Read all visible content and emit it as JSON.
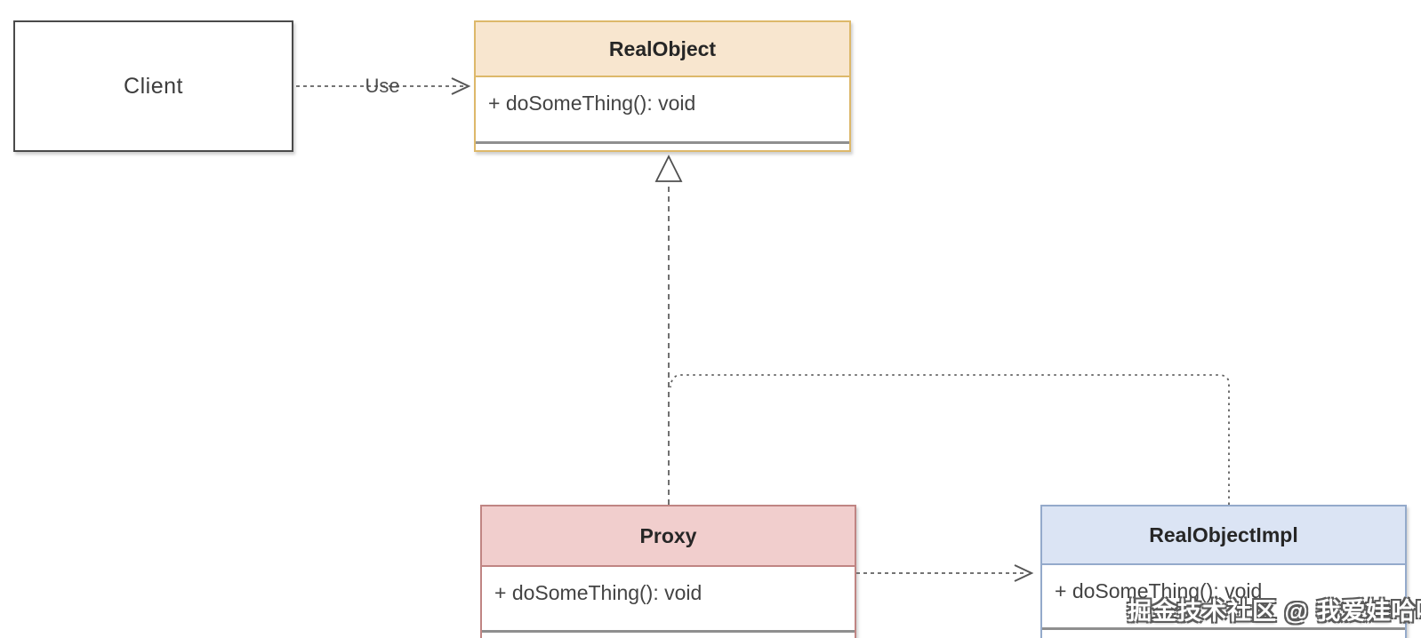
{
  "diagram": {
    "type": "uml-class-diagram",
    "pattern": "Proxy pattern",
    "classes": [
      {
        "name": "Client",
        "kind": "plain",
        "fill": "#ffffff",
        "border": "#4a4a4a"
      },
      {
        "name": "RealObject",
        "kind": "interface",
        "methods": [
          "+ doSomeThing(): void"
        ],
        "header_fill": "#f8e6cf",
        "border": "#ddb86a"
      },
      {
        "name": "Proxy",
        "kind": "class",
        "methods": [
          "+ doSomeThing(): void"
        ],
        "header_fill": "#f1cecd",
        "border": "#c08583"
      },
      {
        "name": "RealObjectImpl",
        "kind": "class",
        "methods": [
          "+ doSomeThing(): void"
        ],
        "header_fill": "#dbe4f4",
        "border": "#94aacb"
      }
    ],
    "edges": [
      {
        "from": "Client",
        "to": "RealObject",
        "type": "dependency",
        "style": "dashed-open-arrow",
        "label": "Use"
      },
      {
        "from": "Proxy",
        "to": "RealObject",
        "type": "realization",
        "style": "dashed-hollow-triangle",
        "label": ""
      },
      {
        "from": "RealObjectImpl",
        "to": "RealObject",
        "type": "realization",
        "style": "dashed-hollow-triangle",
        "label": ""
      },
      {
        "from": "Proxy",
        "to": "RealObjectImpl",
        "type": "dependency",
        "style": "dashed-open-arrow",
        "label": ""
      }
    ],
    "edge_color": "#606060"
  },
  "watermark": {
    "text": "掘金技术社区 @ 我爱娃哈哈"
  }
}
